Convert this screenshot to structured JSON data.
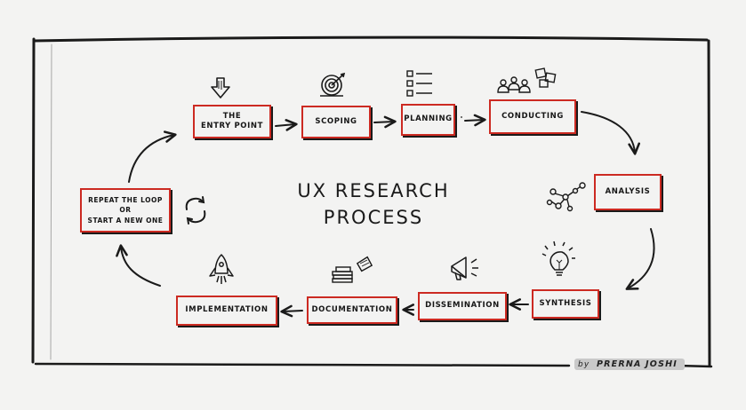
{
  "title": {
    "line1": "UX RESEARCH",
    "line2": "PROCESS"
  },
  "steps": {
    "entry_point": {
      "line1": "The",
      "line2": "Entry Point"
    },
    "scoping": "Scoping",
    "planning": "Planning",
    "conducting": "Conducting",
    "analysis": "Analysis",
    "synthesis": "Synthesis",
    "dissemination": "Dissemination",
    "documentation": "Documentation",
    "implementation": "Implementation",
    "repeat": {
      "line1": "Repeat the loop",
      "line2": "or",
      "line3": "start a new one"
    }
  },
  "credit": {
    "by": "by",
    "author": "PRERNA JOSHI"
  },
  "colors": {
    "accent": "#cc2a22",
    "ink": "#1a1a1a",
    "background": "#f3f3f2"
  },
  "icons": [
    "down-arrow-icon",
    "target-icon",
    "checklist-icon",
    "people-icon",
    "network-icon",
    "lightbulb-icon",
    "megaphone-icon",
    "documents-icon",
    "rocket-icon",
    "refresh-icon"
  ]
}
